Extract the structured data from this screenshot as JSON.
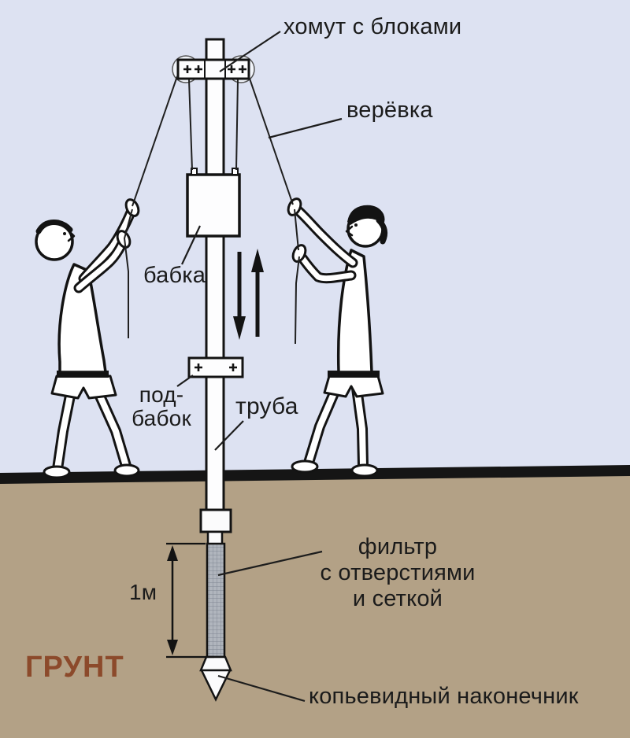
{
  "diagram": {
    "labels": {
      "clamp_with_blocks": "хомут с блоками",
      "rope": "верёвка",
      "driver_weight": "бабка",
      "sub_weight": "под-\nбабок",
      "pipe": "труба",
      "filter": "фильтр\nс отверстиями\nи сеткой",
      "filter_length": "1м",
      "soil": "ГРУНТ",
      "spear_tip": "копьевидный наконечник"
    },
    "colors": {
      "sky": "#dde2f2",
      "soil": "#b3a186",
      "ground_line": "#151515",
      "soil_label_text": "#8c4a2b",
      "ink": "#1b1b1b",
      "filter_mesh": "#b0b5bd"
    }
  }
}
